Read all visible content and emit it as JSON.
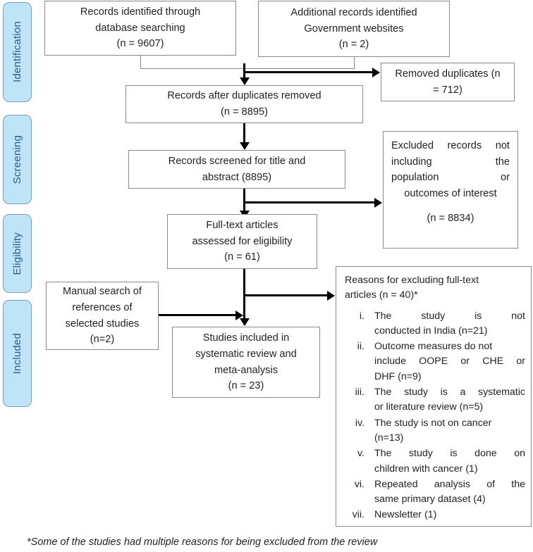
{
  "diagram": {
    "title": "PRISMA flow diagram",
    "phases": [
      {
        "id": "identification",
        "label": "Identification"
      },
      {
        "id": "screening",
        "label": "Screening"
      },
      {
        "id": "eligibility",
        "label": "Eligibility"
      },
      {
        "id": "included",
        "label": "Included"
      }
    ],
    "boxes": {
      "records_database": {
        "lines": [
          "Records identified through",
          "database searching",
          "(n = 9607)"
        ]
      },
      "records_government": {
        "lines": [
          "Additional records identified",
          "Government websites",
          "(n = 2)"
        ]
      },
      "removed_duplicates": {
        "lines": [
          "Removed duplicates (n",
          "= 712)"
        ]
      },
      "after_duplicates": {
        "lines": [
          "Records after duplicates removed",
          "(n = 8895)"
        ]
      },
      "records_screened": {
        "lines": [
          "Records screened for title and",
          "abstract (8895)"
        ]
      },
      "excluded_records": {
        "lines": [
          "Excluded records not",
          "including the",
          "population or",
          "outcomes of interest"
        ],
        "count_line": "(n = 8834)"
      },
      "full_text": {
        "lines": [
          "Full-text articles",
          "assessed for eligibility",
          "(n = 61)"
        ]
      },
      "manual_search": {
        "lines": [
          "Manual search of",
          "references of",
          "selected studies",
          "(n=2)"
        ]
      },
      "studies_included": {
        "lines": [
          "Studies included in",
          "systematic review and",
          "meta-analysis",
          "(n = 23)"
        ]
      },
      "reasons": {
        "heading_lines": [
          "Reasons for excluding full-text",
          "articles (n = 40)*"
        ],
        "items": [
          {
            "marker": "i.",
            "lines": [
              "The study is not",
              "conducted in India (n=21)"
            ]
          },
          {
            "marker": "ii.",
            "lines": [
              "Outcome measures do not",
              "include OOPE or CHE or",
              "DHF (n=9)"
            ]
          },
          {
            "marker": "iii.",
            "lines": [
              "The study is a systematic",
              "or literature review (n=5)"
            ]
          },
          {
            "marker": "iv.",
            "lines": [
              "The study is not on cancer",
              "(n=13)"
            ]
          },
          {
            "marker": "v.",
            "lines": [
              "The study is done on",
              "children with cancer (1)"
            ]
          },
          {
            "marker": "vi.",
            "lines": [
              "Repeated analysis of the",
              "same primary dataset (4)"
            ]
          },
          {
            "marker": "vii.",
            "lines": [
              "Newsletter (1)"
            ]
          }
        ]
      }
    },
    "footnote": "*Some of the studies had multiple reasons for being excluded from the review",
    "colors": {
      "phase_fill": "#bfe4f8",
      "phase_border": "#7f9db9",
      "phase_text": "#2e5f8a",
      "box_border": "#8a8a8a",
      "connector": "#000000",
      "thin_connector": "#8a8a8a",
      "text": "#231f20"
    }
  }
}
